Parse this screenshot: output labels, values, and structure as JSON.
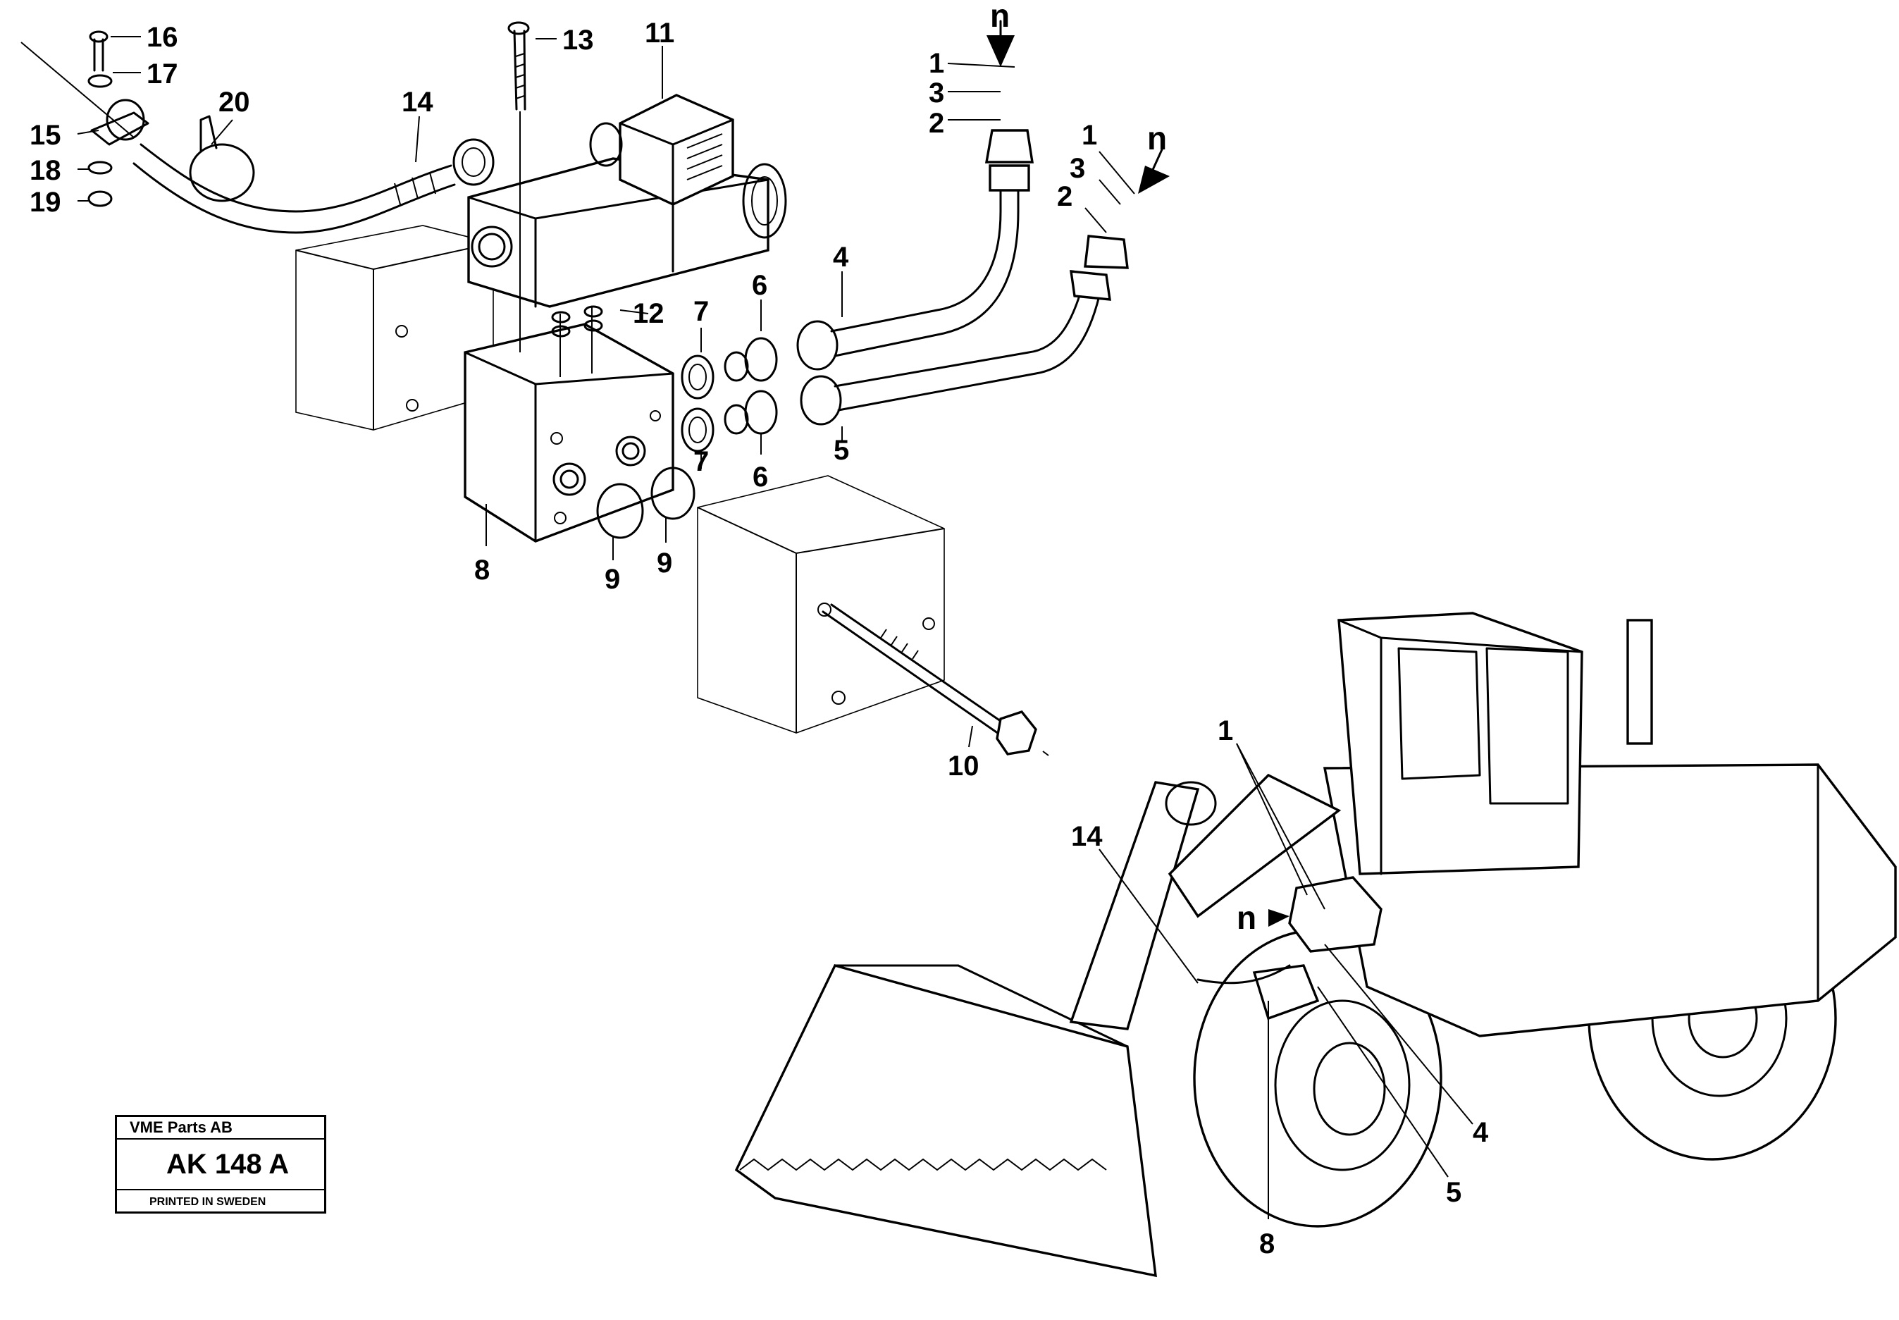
{
  "detail_labels": [
    {
      "id": "lbl-16",
      "text": "16"
    },
    {
      "id": "lbl-17",
      "text": "17"
    },
    {
      "id": "lbl-15",
      "text": "15"
    },
    {
      "id": "lbl-18",
      "text": "18"
    },
    {
      "id": "lbl-19",
      "text": "19"
    },
    {
      "id": "lbl-20",
      "text": "20"
    },
    {
      "id": "lbl-14",
      "text": "14"
    },
    {
      "id": "lbl-13",
      "text": "13"
    },
    {
      "id": "lbl-11",
      "text": "11"
    },
    {
      "id": "lbl-12",
      "text": "12"
    },
    {
      "id": "lbl-7a",
      "text": "7"
    },
    {
      "id": "lbl-6a",
      "text": "6"
    },
    {
      "id": "lbl-4",
      "text": "4"
    },
    {
      "id": "lbl-7b",
      "text": "7"
    },
    {
      "id": "lbl-6b",
      "text": "6"
    },
    {
      "id": "lbl-5",
      "text": "5"
    },
    {
      "id": "lbl-8",
      "text": "8"
    },
    {
      "id": "lbl-9a",
      "text": "9"
    },
    {
      "id": "lbl-9b",
      "text": "9"
    },
    {
      "id": "lbl-10",
      "text": "10"
    },
    {
      "id": "lbl-1a",
      "text": "1"
    },
    {
      "id": "lbl-3a",
      "text": "3"
    },
    {
      "id": "lbl-2a",
      "text": "2"
    },
    {
      "id": "lbl-na",
      "text": "n"
    },
    {
      "id": "lbl-1b",
      "text": "1"
    },
    {
      "id": "lbl-3b",
      "text": "3"
    },
    {
      "id": "lbl-2b",
      "text": "2"
    },
    {
      "id": "lbl-nb",
      "text": "n"
    }
  ],
  "machine_labels": [
    {
      "id": "m-lbl-1",
      "text": "1"
    },
    {
      "id": "m-lbl-14",
      "text": "14"
    },
    {
      "id": "m-lbl-n",
      "text": "n"
    },
    {
      "id": "m-lbl-4",
      "text": "4"
    },
    {
      "id": "m-lbl-5",
      "text": "5"
    },
    {
      "id": "m-lbl-8",
      "text": "8"
    }
  ],
  "stamp": {
    "company": "VME Parts AB",
    "code": "AK 148 A",
    "printed": "PRINTED IN SWEDEN"
  }
}
